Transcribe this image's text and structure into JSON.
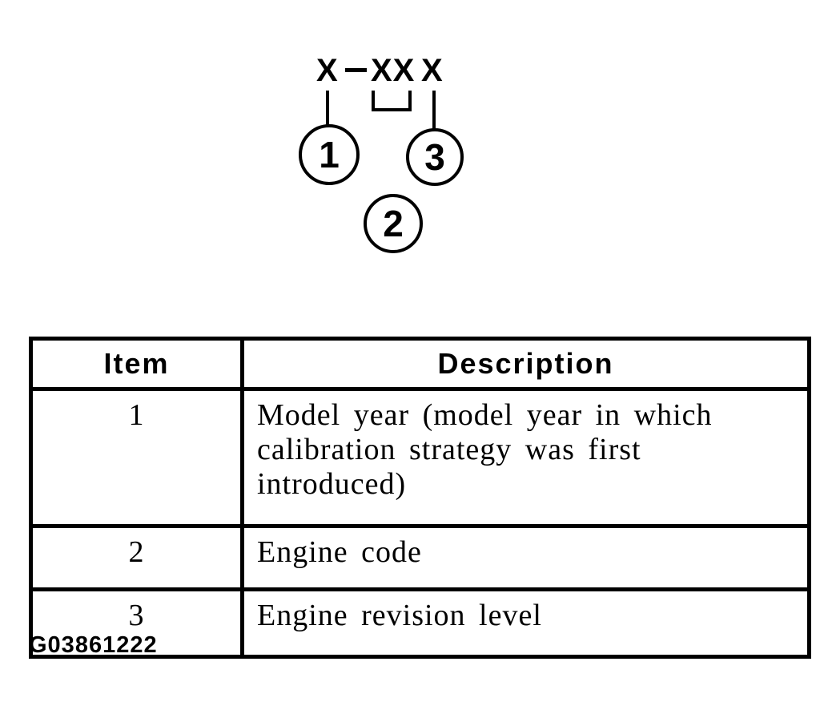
{
  "page": {
    "background_color": "#ffffff",
    "ink_color": "#000000"
  },
  "diagram": {
    "code_pattern": "X-XX X",
    "segments": {
      "first": "X",
      "middle": "XX",
      "last": "X"
    },
    "callouts": [
      {
        "number": "1"
      },
      {
        "number": "2"
      },
      {
        "number": "3"
      }
    ]
  },
  "table": {
    "headers": [
      "Item",
      "Description"
    ],
    "rows": [
      {
        "item": "1",
        "description": "Model year (model year in which calibration strategy was first introduced)"
      },
      {
        "item": "2",
        "description": "Engine code"
      },
      {
        "item": "3",
        "description": "Engine revision level"
      }
    ]
  },
  "figure_id": "G03861222"
}
